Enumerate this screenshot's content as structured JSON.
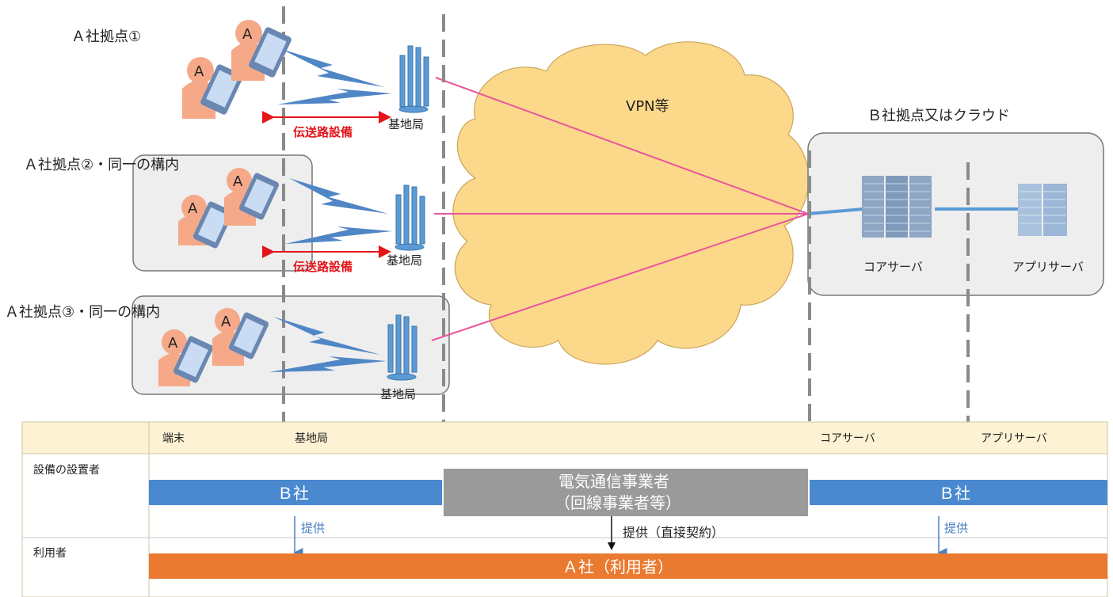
{
  "sites": [
    {
      "label": "Ａ社拠点①",
      "avatar_letter": "A"
    },
    {
      "label": "Ａ社拠点②・同一の構内",
      "avatar_letter": "A"
    },
    {
      "label": "Ａ社拠点③・同一の構内",
      "avatar_letter": "A"
    }
  ],
  "base_station_label": "基地局",
  "transmission_label": "伝送路設備",
  "cloud_label": "VPN等",
  "b_site": {
    "title": "Ｂ社拠点又はクラウド",
    "core_server": "コアサーバ",
    "app_server": "アプリサーバ"
  },
  "table": {
    "headers": [
      "端末",
      "基地局",
      "",
      "コアサーバ",
      "アプリサーバ"
    ],
    "row_labels": [
      "設備の設置者",
      "利用者"
    ],
    "installer_b_left": "Ｂ社",
    "telecom_line1": "電気通信事業者",
    "telecom_line2": "（回線事業者等）",
    "installer_b_right": "Ｂ社",
    "provide_left": "提供",
    "provide_middle": "提供（直接契約）",
    "provide_right": "提供",
    "user_bar": "Ａ社（利用者）"
  },
  "colors": {
    "blue_bar": "#4a89cf",
    "gray_bar": "#9a9a9a",
    "orange_bar": "#ea7a30",
    "header_fill": "#fdf2d3",
    "cloud_fill": "#fcd98a",
    "link_line": "#e8559c",
    "red_arrow": "#e3151a",
    "signal": "#4f86c6"
  }
}
